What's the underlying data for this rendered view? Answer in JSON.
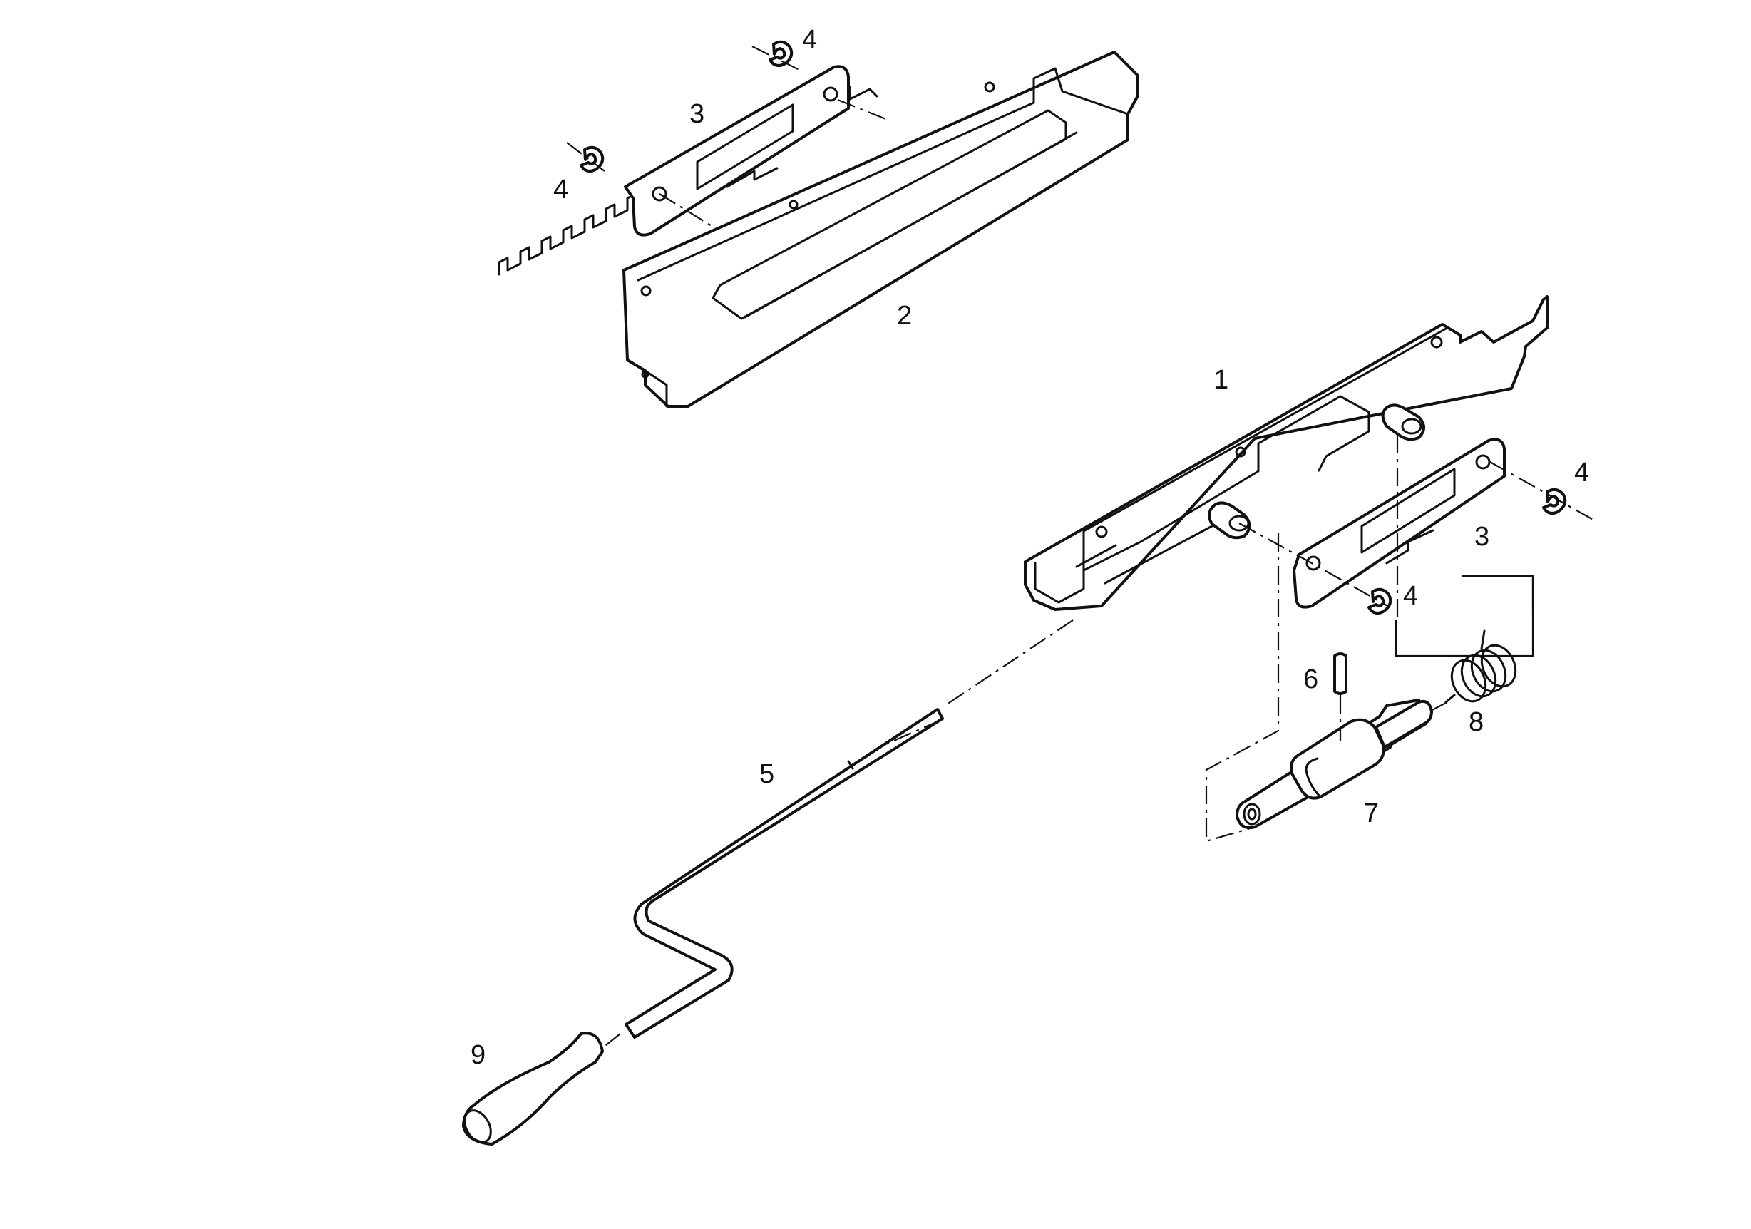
{
  "callouts": {
    "p1": "1",
    "p2": "2",
    "p3_upper": "3",
    "p3_lower": "3",
    "p4_upper_a": "4",
    "p4_upper_b": "4",
    "p4_lower_a": "4",
    "p4_lower_b": "4",
    "p5": "5",
    "p6": "6",
    "p7": "7",
    "p8": "8",
    "p9": "9"
  }
}
